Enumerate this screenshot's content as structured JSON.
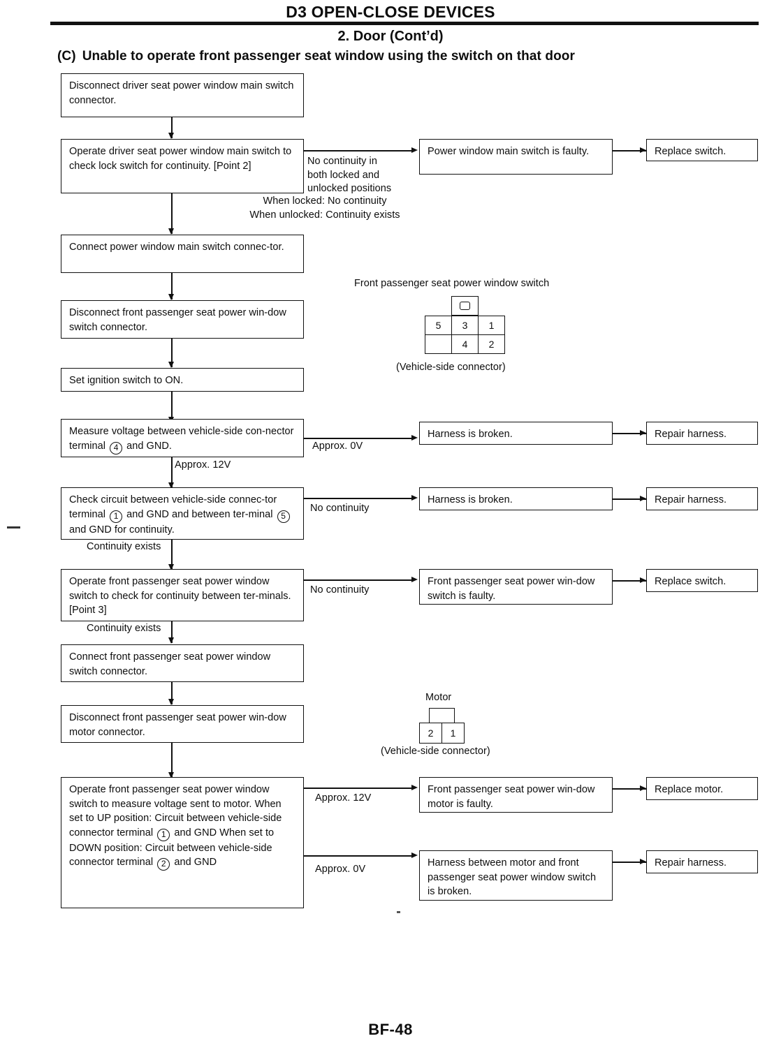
{
  "header": {
    "doc_title": "D3 OPEN-CLOSE DEVICES",
    "section_title": "2. Door (Cont’d)",
    "sub_tag": "(C)",
    "sub_title": "Unable to operate front passenger seat window using the switch on that door"
  },
  "footer": {
    "page_number": "BF-48"
  },
  "flow": {
    "main": [
      {
        "id": "s1",
        "text": "Disconnect driver seat power window main switch connector."
      },
      {
        "id": "s2",
        "text": "Operate driver seat power window main switch to check lock switch for continuity. [Point 2]"
      },
      {
        "id": "s3",
        "text": "Connect power window main switch connec-tor."
      },
      {
        "id": "s4",
        "text": "Disconnect front passenger seat power win-dow switch connector."
      },
      {
        "id": "s5",
        "text": "Set ignition switch to ON."
      },
      {
        "id": "s6",
        "text": "Measure voltage between vehicle-side con-nector terminal ④ and GND."
      },
      {
        "id": "s7",
        "text": "Check circuit between vehicle-side connec-tor terminal ① and GND and between ter-minal ⑤ and GND for continuity."
      },
      {
        "id": "s8",
        "text": "Operate front passenger seat power window switch to check for continuity between ter-minals. [Point 3]"
      },
      {
        "id": "s9",
        "text": "Connect front passenger seat power window switch connector."
      },
      {
        "id": "s10",
        "text": "Disconnect front passenger seat power win-dow motor connector."
      },
      {
        "id": "s11",
        "text": "Operate front passenger seat power window switch to measure voltage sent to motor. When set to UP position: Circuit between vehicle-side connector terminal ① and GND When set to DOWN position: Circuit between vehicle-side connector terminal ② and GND"
      }
    ],
    "results": [
      {
        "id": "r1",
        "text": "Power window main switch is faulty."
      },
      {
        "id": "r2",
        "text": "Harness is broken."
      },
      {
        "id": "r3",
        "text": "Harness is broken."
      },
      {
        "id": "r4",
        "text": "Front passenger seat power win-dow switch is faulty."
      },
      {
        "id": "r5",
        "text": "Front passenger seat power win-dow motor is faulty."
      },
      {
        "id": "r6",
        "text": "Harness between motor and front passenger seat power window switch is broken."
      }
    ],
    "actions": [
      {
        "id": "a1",
        "text": "Replace switch."
      },
      {
        "id": "a2",
        "text": "Repair harness."
      },
      {
        "id": "a3",
        "text": "Repair harness."
      },
      {
        "id": "a4",
        "text": "Replace switch."
      },
      {
        "id": "a5",
        "text": "Replace motor."
      },
      {
        "id": "a6",
        "text": "Repair harness."
      }
    ],
    "branch_labels": {
      "b1": "No continuity in\nboth locked and\nunlocked positions",
      "b1_pass": "When locked: No continuity\nWhen unlocked: Continuity exists",
      "b2": "Approx. 0V",
      "b2_pass": "Approx. 12V",
      "b3": "No continuity",
      "b3_pass": "Continuity exists",
      "b4": "No continuity",
      "b4_pass": "Continuity exists",
      "b5": "Approx. 12V",
      "b6": "Approx. 0V"
    }
  },
  "connectors": [
    {
      "id": "switch-connector",
      "title": "Front passenger seat power window switch",
      "caption": "(Vehicle-side connector)",
      "rows": [
        [
          "5",
          "3",
          "1"
        ],
        [
          "",
          "4",
          "2"
        ]
      ]
    },
    {
      "id": "motor-connector",
      "title": "Motor",
      "caption": "(Vehicle-side connector)",
      "rows": [
        [
          "2",
          "1"
        ]
      ]
    }
  ]
}
